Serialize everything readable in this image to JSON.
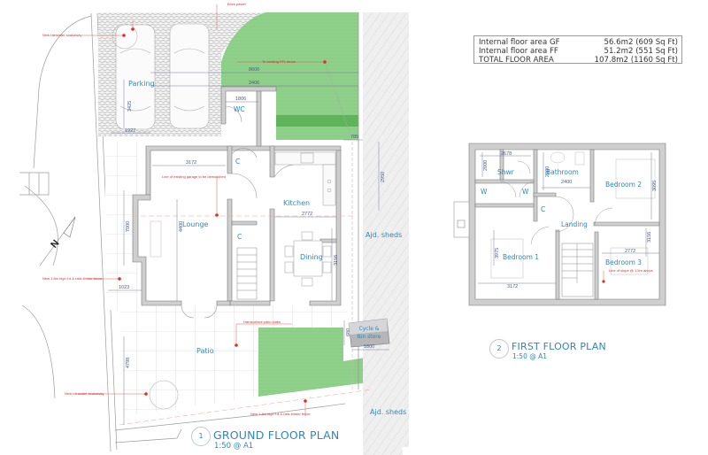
{
  "area_schedule": {
    "rows": [
      {
        "label": "Internal floor area GF",
        "value": "56.6m2 (609 Sq Ft)"
      },
      {
        "label": "Internal floor area FF",
        "value": "51.2m2 (551 Sq Ft)"
      },
      {
        "label": "TOTAL FLOOR AREA",
        "value": "107.8m2 (1160 Sq Ft)"
      }
    ]
  },
  "ground_floor": {
    "title": "GROUND FLOOR PLAN",
    "scale": "1:50 @ A1",
    "number": "1",
    "rooms": {
      "parking": "Parking",
      "wc": "WC",
      "cupboard_1": "C",
      "cupboard_2": "C",
      "lounge": "Lounge",
      "kitchen": "Kitchen",
      "dining": "Dining",
      "patio": "Patio",
      "cycle_store_line1": "Cycle &",
      "cycle_store_line2": "Bin store",
      "adj_sheds_1": "Ajd. sheds",
      "adj_sheds_2": "Ajd. sheds"
    },
    "notes": {
      "brick_pavier": "Brick pavier",
      "new_rainwater_soakaway_1": "New rainwater soakaway",
      "to_existing_fence": "To existing FFL fence",
      "line_of_existing_garage": "Line of existing garage to be demolished",
      "new_timber_fence_1": "New 1.8m high f.d & rails timber fence",
      "hardsurface_patio": "Hardsurface patio slabs",
      "new_rainwater_soakaway_2": "New rainwater soakaway",
      "new_timber_fence_2": "New 1.8m high f.d & rails timber fence"
    },
    "dimensions": {
      "d8600": "8600",
      "d2406": "2406",
      "d1806": "1806",
      "d3425": "3425",
      "d1927": "1927",
      "d3172": "3172",
      "d2772": "2772",
      "d4400": "4400",
      "d7000": "7000",
      "d3156": "3156",
      "d2950": "2950",
      "d785": "785",
      "d1023": "1023",
      "d4798": "4798",
      "d1800": "1800",
      "d680": "680"
    },
    "north_arrow": "N"
  },
  "first_floor": {
    "title": "FIRST FLOOR PLAN",
    "scale": "1:50 @ A1",
    "number": "2",
    "rooms": {
      "shower": "Shwr",
      "bathroom": "Bathroom",
      "bedroom_2": "Bedroom 2",
      "wardrobe_1": "W",
      "wardrobe_2": "W",
      "cupboard": "C",
      "landing": "Landing",
      "bedroom_1": "Bedroom 1",
      "bedroom_3": "Bedroom 3"
    },
    "notes": {
      "line_of_slope": "Line of slope @ 1.5m above"
    },
    "dimensions": {
      "d2678": "2678",
      "d2000a": "2000",
      "d2000b": "2000",
      "d2400": "2400",
      "d3095": "3095",
      "d3975": "3975",
      "d3172": "3172",
      "d3156": "3156",
      "d2772": "2772"
    }
  },
  "colors": {
    "label_blue": "#2a8ab8",
    "annotation_red": "#d8302a",
    "lawn_green": "#8fd08a",
    "wall_grey": "#c8c8c8",
    "shed_grey": "#e6e6e6"
  }
}
